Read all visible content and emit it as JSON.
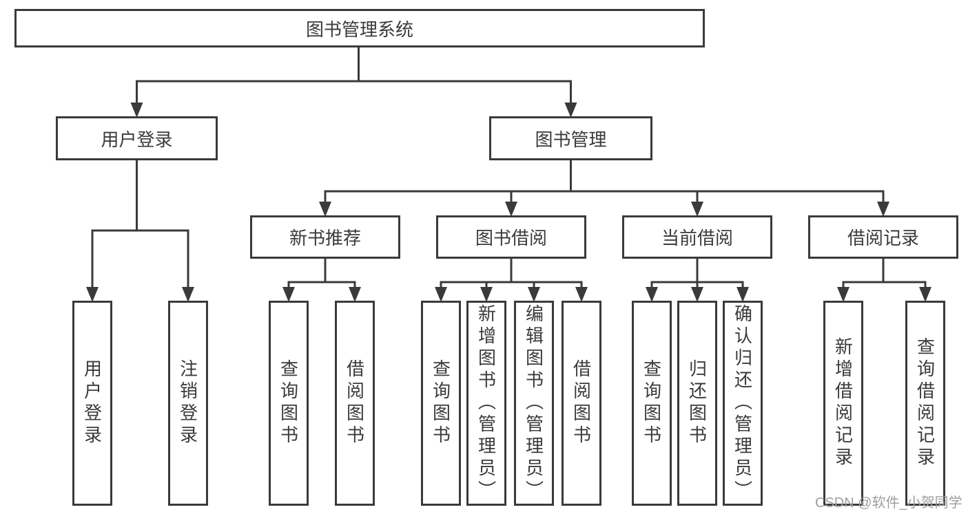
{
  "colors": {
    "line": "#3a3a3a",
    "text": "#3a3a3a",
    "watermark": "#9e9e9e",
    "background": "#ffffff"
  },
  "watermark": {
    "text": "CSDN @软件_小贺同学"
  },
  "tree": {
    "root": {
      "label": "图书管理系统",
      "children": [
        {
          "label": "用户登录",
          "children": [
            {
              "label": "用户登录"
            },
            {
              "label": "注销登录"
            }
          ]
        },
        {
          "label": "图书管理",
          "children": [
            {
              "label": "新书推荐",
              "children": [
                {
                  "label": "查询图书"
                },
                {
                  "label": "借阅图书"
                }
              ]
            },
            {
              "label": "图书借阅",
              "children": [
                {
                  "label": "查询图书"
                },
                {
                  "label": "新增图书（管理员）"
                },
                {
                  "label": "编辑图书（管理员）"
                },
                {
                  "label": "借阅图书"
                }
              ]
            },
            {
              "label": "当前借阅",
              "children": [
                {
                  "label": "查询图书"
                },
                {
                  "label": "归还图书"
                },
                {
                  "label": "确认归还（管理员）"
                }
              ]
            },
            {
              "label": "借阅记录",
              "children": [
                {
                  "label": "新增借阅记录"
                },
                {
                  "label": "查询借阅记录"
                }
              ]
            }
          ]
        }
      ]
    }
  }
}
